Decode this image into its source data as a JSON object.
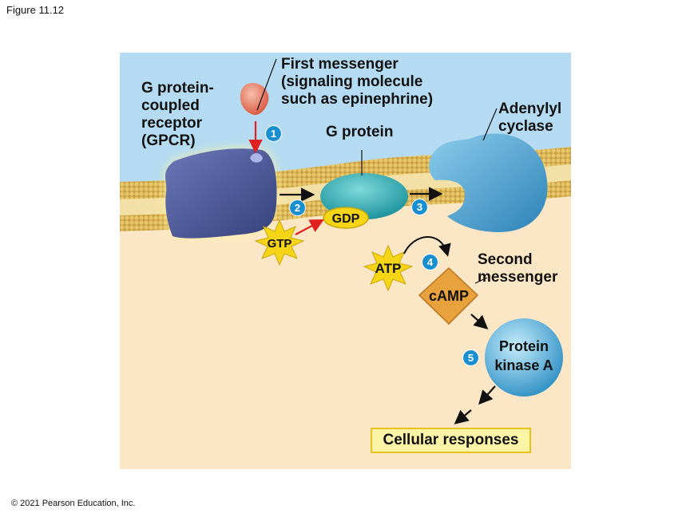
{
  "figure_label": "Figure 11.12",
  "copyright": "© 2021 Pearson Education, Inc.",
  "colors": {
    "panel_background": "#fbe7c6",
    "extracellular": "#b4dbf1",
    "membrane_heads": "#d8b55c",
    "gpcr": "#4c5a9c",
    "g_protein": "#2bb0b8",
    "adenylyl_cyclase": "#4aa3cf",
    "gdp_gtp_atp": "#f5d516",
    "camp": "#e7a23d",
    "protein_kinase_a": "#5bb6e2",
    "first_messenger": "#e98068",
    "step_badge": "#1a8fd0",
    "red_arrow": "#e02020"
  },
  "labels": {
    "gpcr": "G protein-\ncoupled\nreceptor\n(GPCR)",
    "first_messenger": "First messenger\n(signaling molecule\nsuch as epinephrine)",
    "g_protein": "G protein",
    "adenylyl_cyclase": "Adenylyl\ncyclase",
    "second_messenger": "Second\nmessenger",
    "gdp": "GDP",
    "gtp": "GTP",
    "atp": "ATP",
    "camp": "cAMP",
    "protein_kinase_a_line1": "Protein",
    "protein_kinase_a_line2": "kinase A",
    "cellular_responses": "Cellular responses"
  },
  "steps": [
    "1",
    "2",
    "3",
    "4",
    "5"
  ]
}
